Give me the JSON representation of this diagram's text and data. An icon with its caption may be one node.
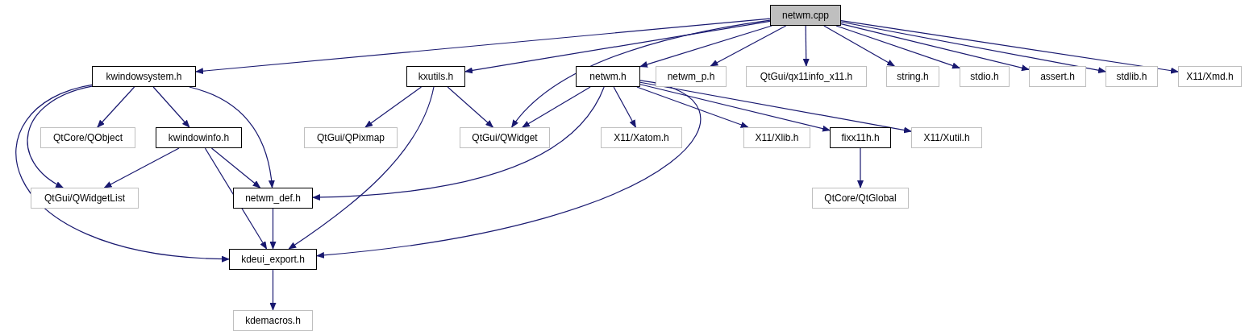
{
  "diagram": {
    "nodes": [
      {
        "text": [
          "netwm.cpp"
        ]
      },
      {
        "text": [
          "kwindowsystem.h"
        ]
      },
      {
        "text": [
          "kxutils.h"
        ]
      },
      {
        "text": [
          "netwm.h"
        ]
      },
      {
        "text": [
          "netwm_p.h"
        ]
      },
      {
        "text": [
          "QtGui/qx11info_x11.h"
        ]
      },
      {
        "text": [
          "string.h"
        ]
      },
      {
        "text": [
          "stdio.h"
        ]
      },
      {
        "text": [
          "assert.h"
        ]
      },
      {
        "text": [
          "stdlib.h"
        ]
      },
      {
        "text": [
          "X11/Xmd.h"
        ]
      },
      {
        "text": [
          "QtCore/QObject"
        ]
      },
      {
        "text": [
          "kwindowinfo.h"
        ]
      },
      {
        "text": [
          "QtGui/QPixmap"
        ]
      },
      {
        "text": [
          "QtGui/QWidget"
        ]
      },
      {
        "text": [
          "X11/Xatom.h"
        ]
      },
      {
        "text": [
          "X11/Xlib.h"
        ]
      },
      {
        "text": [
          "fixx11h.h"
        ]
      },
      {
        "text": [
          "X11/Xutil.h"
        ]
      },
      {
        "text": [
          "QtGui/QWidgetList"
        ]
      },
      {
        "text": [
          "netwm_def.h"
        ]
      },
      {
        "text": [
          "kdeui_export.h"
        ]
      },
      {
        "text": [
          "QtCore/QtGlobal"
        ]
      },
      {
        "text": [
          "kdemacros.h"
        ]
      }
    ],
    "edges": [
      {
        "from": 0,
        "to": 1,
        "arrow": "to"
      },
      {
        "from": 0,
        "to": 2,
        "arrow": "to"
      },
      {
        "from": 0,
        "to": 14,
        "arrow": "to"
      },
      {
        "from": 0,
        "to": 3,
        "arrow": "to"
      },
      {
        "from": 0,
        "to": 4,
        "arrow": "to"
      },
      {
        "from": 0,
        "to": 5,
        "arrow": "to"
      },
      {
        "from": 0,
        "to": 6,
        "arrow": "to"
      },
      {
        "from": 0,
        "to": 7,
        "arrow": "to"
      },
      {
        "from": 0,
        "to": 8,
        "arrow": "to"
      },
      {
        "from": 0,
        "to": 9,
        "arrow": "to"
      },
      {
        "from": 0,
        "to": 10,
        "arrow": "to"
      },
      {
        "from": 1,
        "to": 21,
        "arrow": "to"
      },
      {
        "from": 1,
        "to": 19,
        "arrow": "to"
      },
      {
        "from": 1,
        "to": 11,
        "arrow": "to"
      },
      {
        "from": 1,
        "to": 12,
        "arrow": "to"
      },
      {
        "from": 1,
        "to": 20,
        "arrow": "to"
      },
      {
        "from": 2,
        "to": 13,
        "arrow": "to"
      },
      {
        "from": 2,
        "to": 21,
        "arrow": "to"
      },
      {
        "from": 2,
        "to": 14,
        "arrow": "to"
      },
      {
        "from": 3,
        "to": 14,
        "arrow": "to"
      },
      {
        "from": 3,
        "to": 20,
        "arrow": "to"
      },
      {
        "from": 3,
        "to": 15,
        "arrow": "to"
      },
      {
        "from": 3,
        "to": 21,
        "arrow": "to"
      },
      {
        "from": 3,
        "to": 16,
        "arrow": "to"
      },
      {
        "from": 3,
        "to": 17,
        "arrow": "to"
      },
      {
        "from": 3,
        "to": 18,
        "arrow": "to"
      },
      {
        "from": 12,
        "to": 19,
        "arrow": "to"
      },
      {
        "from": 12,
        "to": 20,
        "arrow": "to"
      },
      {
        "from": 12,
        "to": 21,
        "arrow": "to"
      },
      {
        "from": 20,
        "to": 21,
        "arrow": "to"
      },
      {
        "from": 17,
        "to": 22,
        "arrow": "to"
      },
      {
        "from": 21,
        "to": 23,
        "arrow": "to"
      }
    ]
  }
}
